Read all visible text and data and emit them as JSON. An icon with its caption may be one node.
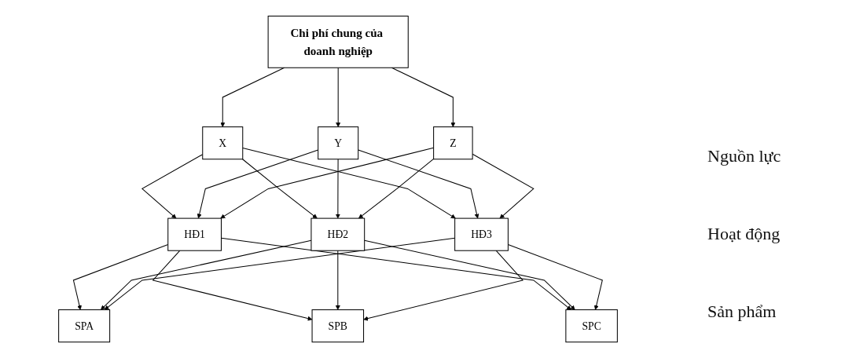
{
  "diagram": {
    "nodes": [
      {
        "text": [
          "Chi phí chung của doanh nghiệp"
        ]
      },
      {
        "text": [
          "X"
        ]
      },
      {
        "text": [
          "Y"
        ]
      },
      {
        "text": [
          "Z"
        ]
      },
      {
        "text": [
          "HĐ1"
        ]
      },
      {
        "text": [
          "HĐ2"
        ]
      },
      {
        "text": [
          "HĐ3"
        ]
      },
      {
        "text": [
          "SPA"
        ]
      },
      {
        "text": [
          "SPB"
        ]
      },
      {
        "text": [
          "SPC"
        ]
      }
    ],
    "edges": [
      {
        "from": 0,
        "to": 1,
        "arrow": "to"
      },
      {
        "from": 0,
        "to": 2,
        "arrow": "to"
      },
      {
        "from": 0,
        "to": 3,
        "arrow": "to"
      },
      {
        "from": 1,
        "to": 4,
        "arrow": "to"
      },
      {
        "from": 1,
        "to": 5,
        "arrow": "to"
      },
      {
        "from": 1,
        "to": 6,
        "arrow": "to"
      },
      {
        "from": 2,
        "to": 4,
        "arrow": "to"
      },
      {
        "from": 2,
        "to": 5,
        "arrow": "to"
      },
      {
        "from": 2,
        "to": 6,
        "arrow": "to"
      },
      {
        "from": 3,
        "to": 4,
        "arrow": "to"
      },
      {
        "from": 3,
        "to": 5,
        "arrow": "to"
      },
      {
        "from": 3,
        "to": 6,
        "arrow": "to"
      },
      {
        "from": 4,
        "to": 7,
        "arrow": "to"
      },
      {
        "from": 4,
        "to": 8,
        "arrow": "to"
      },
      {
        "from": 4,
        "to": 9,
        "arrow": "to"
      },
      {
        "from": 5,
        "to": 7,
        "arrow": "to"
      },
      {
        "from": 5,
        "to": 8,
        "arrow": "to"
      },
      {
        "from": 5,
        "to": 9,
        "arrow": "to"
      },
      {
        "from": 6,
        "to": 7,
        "arrow": "to"
      },
      {
        "from": 6,
        "to": 8,
        "arrow": "to"
      },
      {
        "from": 6,
        "to": 9,
        "arrow": "to"
      }
    ],
    "labels": [
      "Nguồn lực",
      "Hoạt động",
      "Sản phẩm"
    ]
  }
}
